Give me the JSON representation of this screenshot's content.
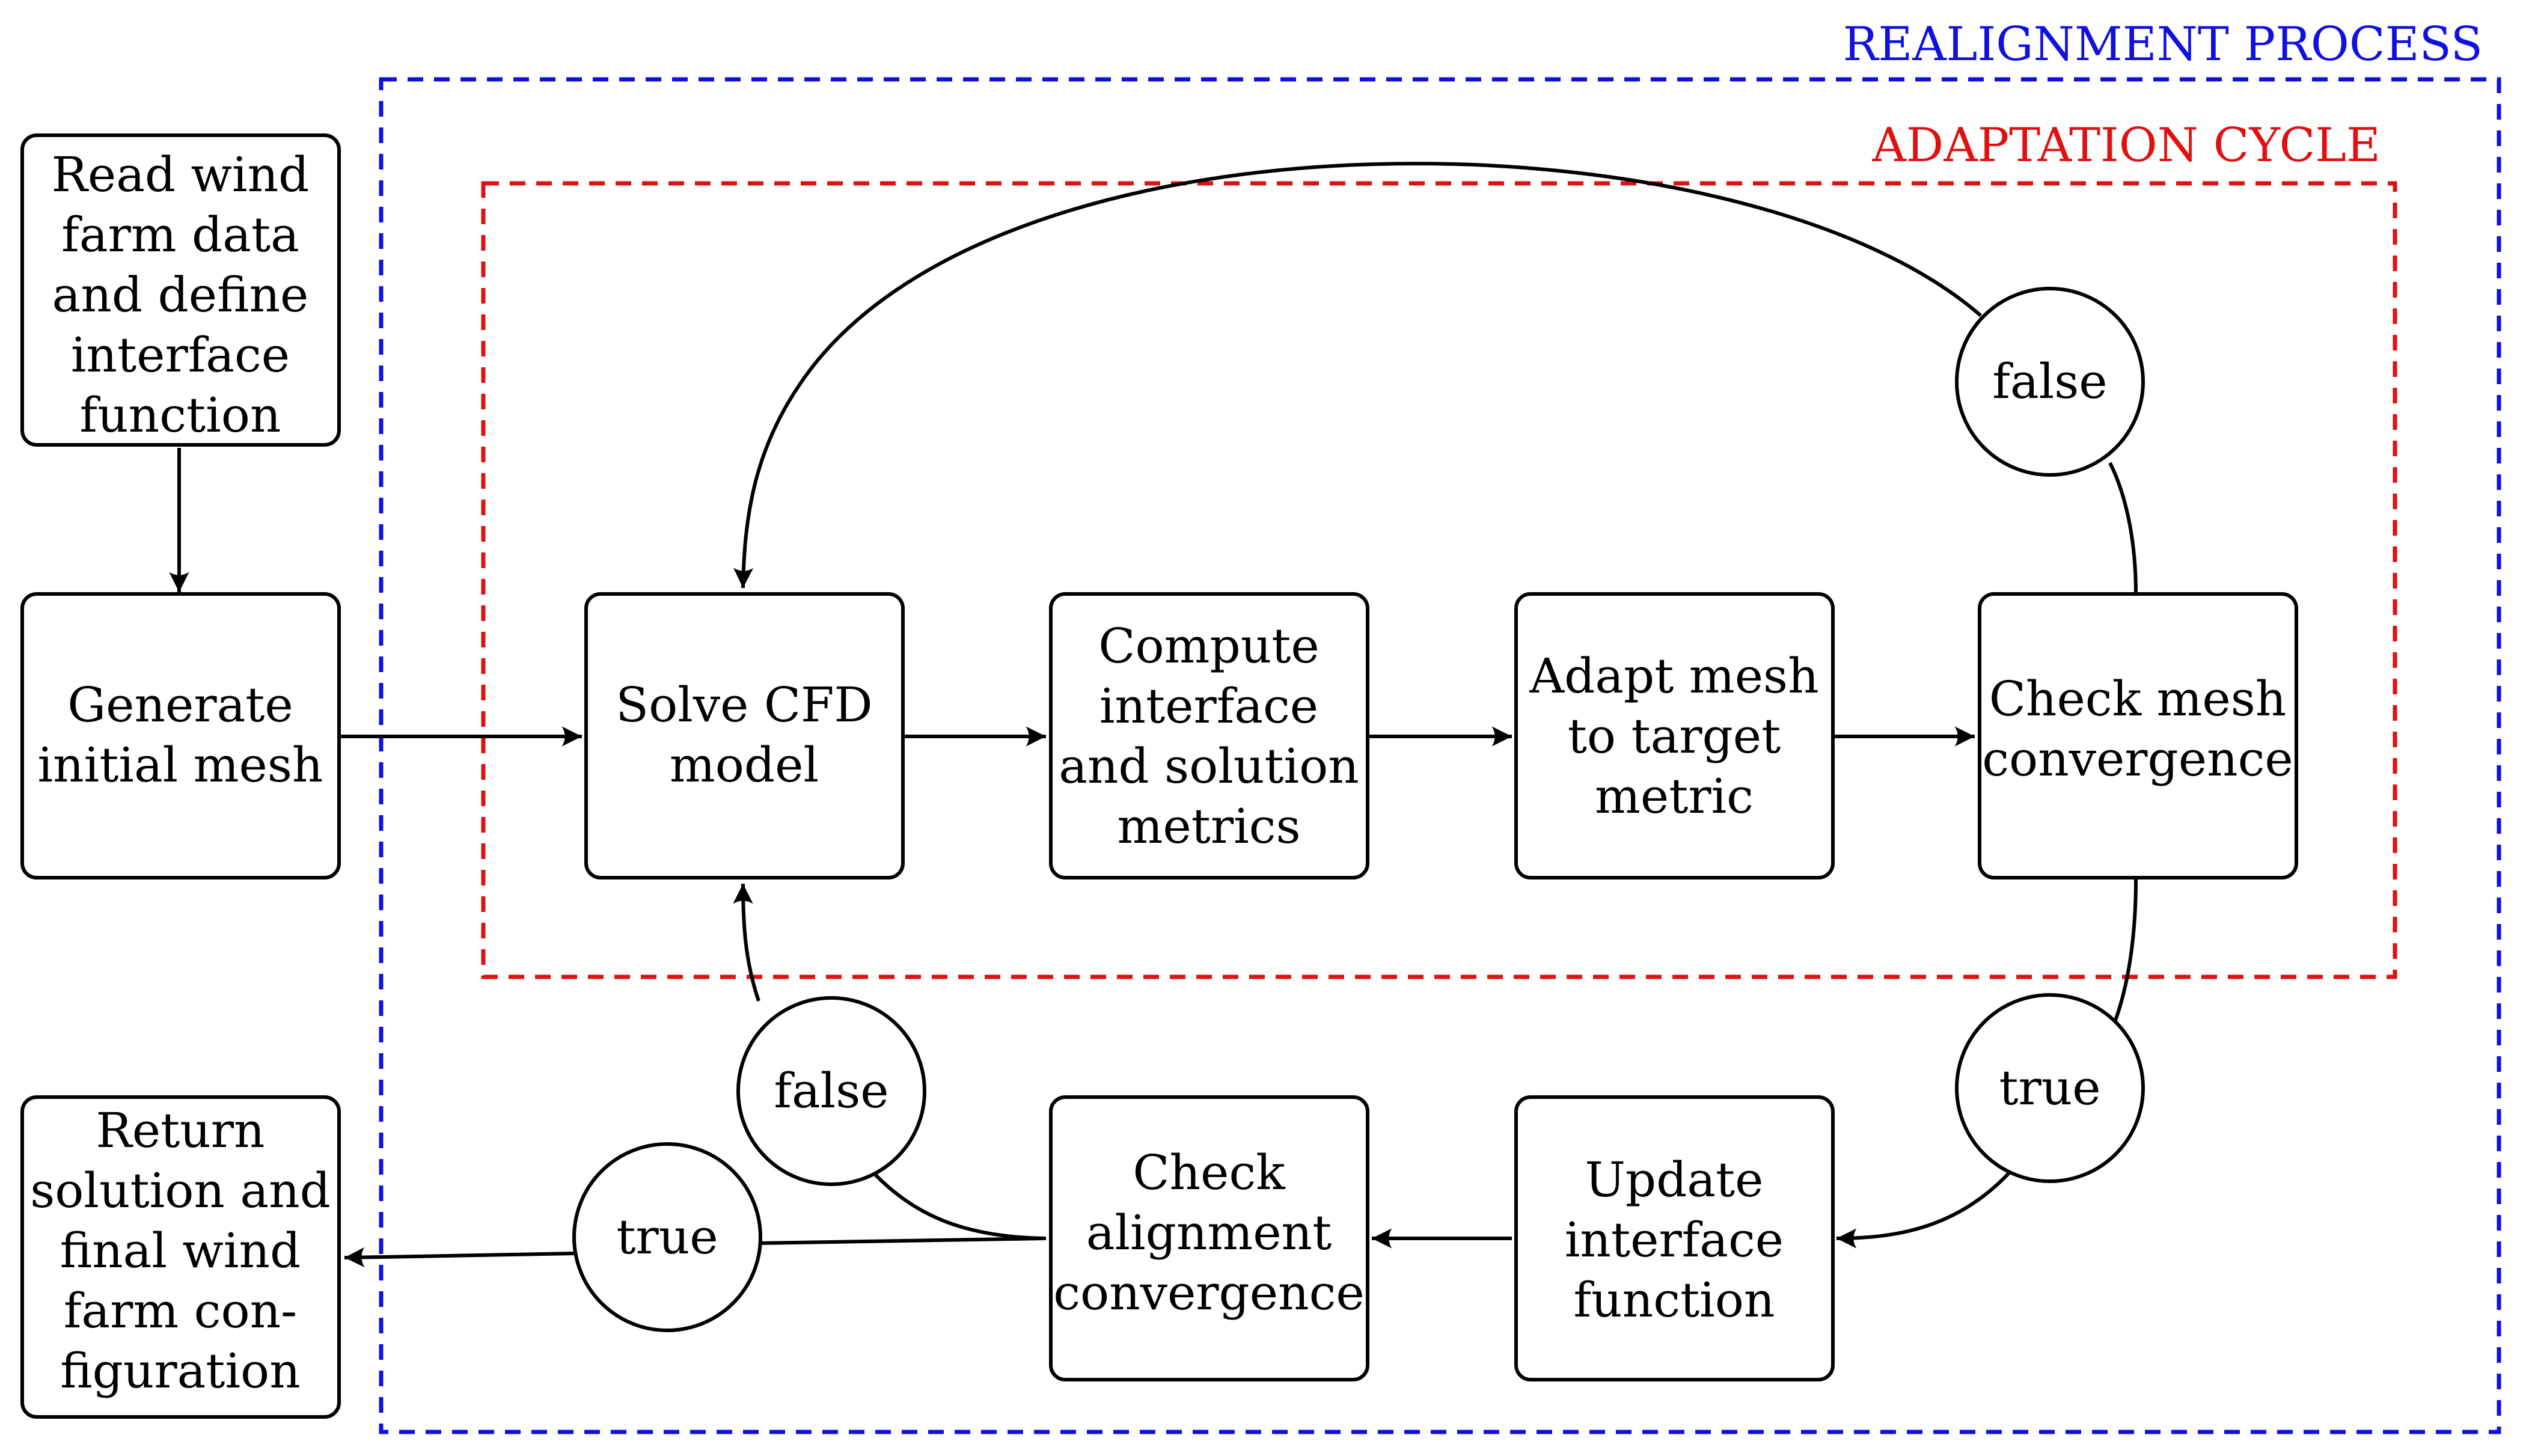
{
  "frames": {
    "outer": {
      "label": "REALIGNMENT PROCESS",
      "color": "#1010e0"
    },
    "inner": {
      "label": "ADAPTATION CYCLE",
      "color": "#e01010"
    }
  },
  "nodes": {
    "read": [
      "Read wind",
      "farm data",
      "and define",
      "interface",
      "function"
    ],
    "generate": [
      "Generate",
      "initial mesh"
    ],
    "solve": [
      "Solve CFD",
      "model"
    ],
    "compute": [
      "Compute",
      "interface",
      "and solution",
      "metrics"
    ],
    "adapt": [
      "Adapt mesh",
      "to target",
      "metric"
    ],
    "check_mesh": [
      "Check mesh",
      "convergence"
    ],
    "update": [
      "Update",
      "interface",
      "function"
    ],
    "check_align": [
      "Check",
      "alignment",
      "convergence"
    ],
    "return": [
      "Return",
      "solution and",
      "final wind",
      "farm con-",
      "figuration"
    ]
  },
  "decisions": {
    "mesh_false": "false",
    "mesh_true": "true",
    "align_false": "false",
    "align_true": "true"
  }
}
